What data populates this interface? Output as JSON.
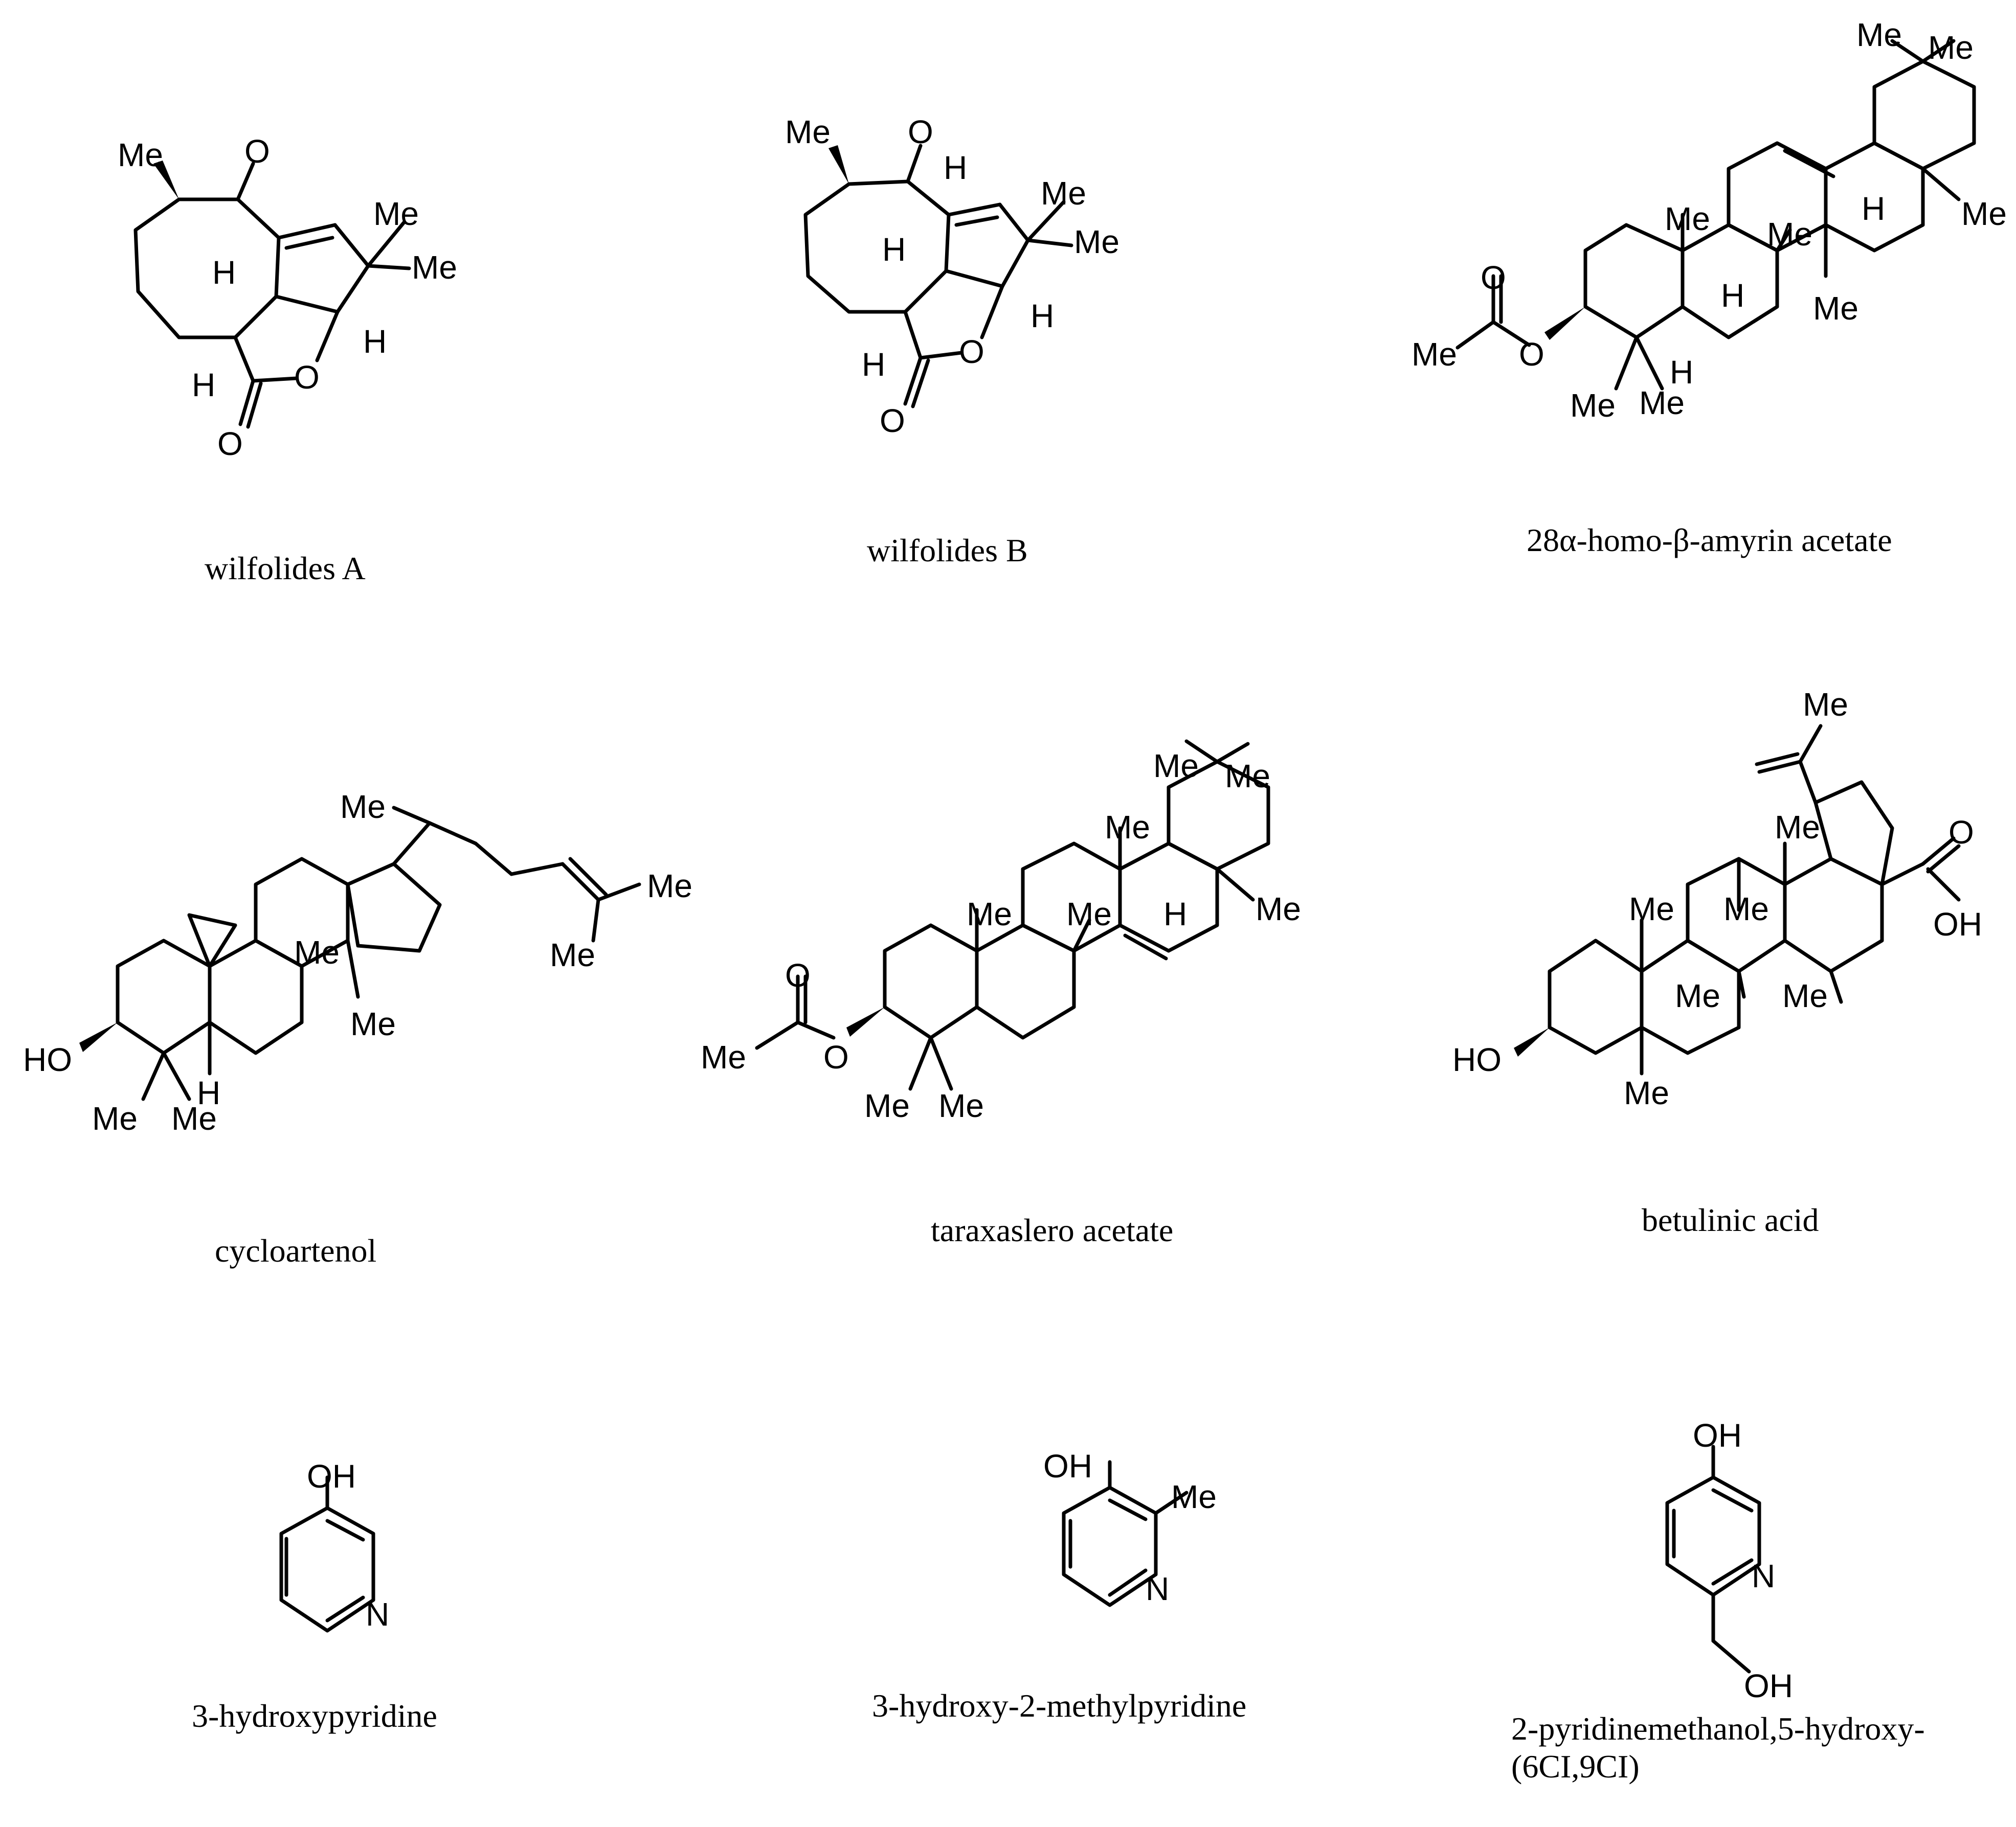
{
  "compounds": [
    {
      "name": "wilfolides A",
      "atom_labels": [
        "Me",
        "O",
        "Me",
        "Me",
        "H",
        "H",
        "H",
        "O",
        "O"
      ]
    },
    {
      "name": "wilfolides B",
      "atom_labels": [
        "Me",
        "O",
        "H",
        "Me",
        "Me",
        "H",
        "H",
        "H",
        "O",
        "O"
      ]
    },
    {
      "name": "28α-homo-β-amyrin acetate",
      "atom_labels": [
        "Me",
        "Me",
        "Me",
        "Me",
        "H",
        "Me",
        "H",
        "Me",
        "O",
        "O",
        "Me",
        "H",
        "Me",
        "Me"
      ]
    },
    {
      "name": "cycloartenol",
      "atom_labels": [
        "Me",
        "Me",
        "Me",
        "Me",
        "Me",
        "HO",
        "H",
        "Me",
        "Me"
      ]
    },
    {
      "name": "taraxaslero acetate",
      "atom_labels": [
        "Me",
        "Me",
        "Me",
        "Me",
        "Me",
        "H",
        "Me",
        "O",
        "O",
        "Me",
        "Me",
        "Me"
      ]
    },
    {
      "name": "betulinic acid",
      "atom_labels": [
        "Me",
        "Me",
        "Me",
        "Me",
        "Me",
        "Me",
        "O",
        "OH",
        "HO",
        "Me"
      ]
    },
    {
      "name": "3-hydroxypyridine",
      "atom_labels": [
        "OH",
        "N"
      ]
    },
    {
      "name": "3-hydroxy-2-methylpyridine",
      "atom_labels": [
        "OH",
        "Me",
        "N"
      ]
    },
    {
      "name": "2-pyridinemethanol,5-hydroxy-(6CI,9CI)",
      "atom_labels": [
        "OH",
        "N",
        "OH"
      ]
    }
  ]
}
